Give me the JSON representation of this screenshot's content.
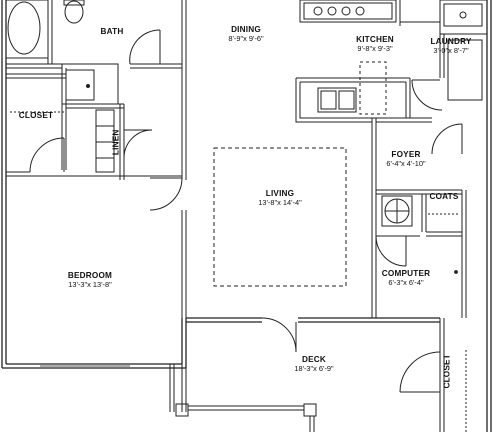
{
  "rooms": {
    "bath": {
      "name": "BATH"
    },
    "dining": {
      "name": "DINING",
      "dims": "8'-9\"x 9'-6\""
    },
    "kitchen": {
      "name": "KITCHEN",
      "dims": "9'-8\"x 9'-3\""
    },
    "laundry": {
      "name": "LAUNDRY",
      "dims": "3'-0\"x 8'-7\""
    },
    "closet_left": {
      "name": "CLOSET"
    },
    "linen": {
      "name": "LINEN"
    },
    "foyer": {
      "name": "FOYER",
      "dims": "6'-4\"x 4'-10\""
    },
    "coats": {
      "name": "COATS"
    },
    "living": {
      "name": "LIVING",
      "dims": "13'-8\"x 14'-4\""
    },
    "bedroom": {
      "name": "BEDROOM",
      "dims": "13'-3\"x 13'-8\""
    },
    "computer": {
      "name": "COMPUTER",
      "dims": "6'-3\"x 6'-4\""
    },
    "deck": {
      "name": "DECK",
      "dims": "18'-3\"x 6'-9\""
    },
    "closet_right": {
      "name": "CLOSET"
    }
  }
}
